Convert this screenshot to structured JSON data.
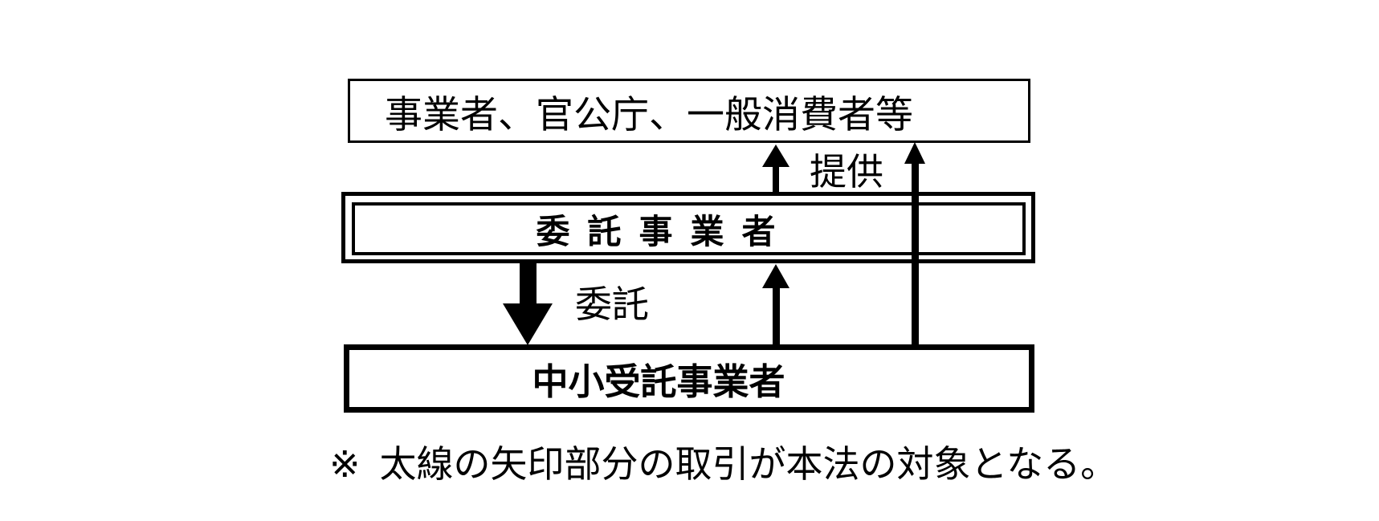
{
  "page": {
    "background_color": "#ffffff",
    "line_color": "#000000"
  },
  "diagram": {
    "top_box": {
      "label": "事業者、官公庁、一般消費者等"
    },
    "middle_box": {
      "label": "委託事業者"
    },
    "bottom_box": {
      "label": "中小受託事業者"
    },
    "flow_labels": {
      "provide": "提供",
      "consign": "委託"
    },
    "note": {
      "marker": "※",
      "text": "太線の矢印部分の取引が本法の対象となる。"
    }
  }
}
